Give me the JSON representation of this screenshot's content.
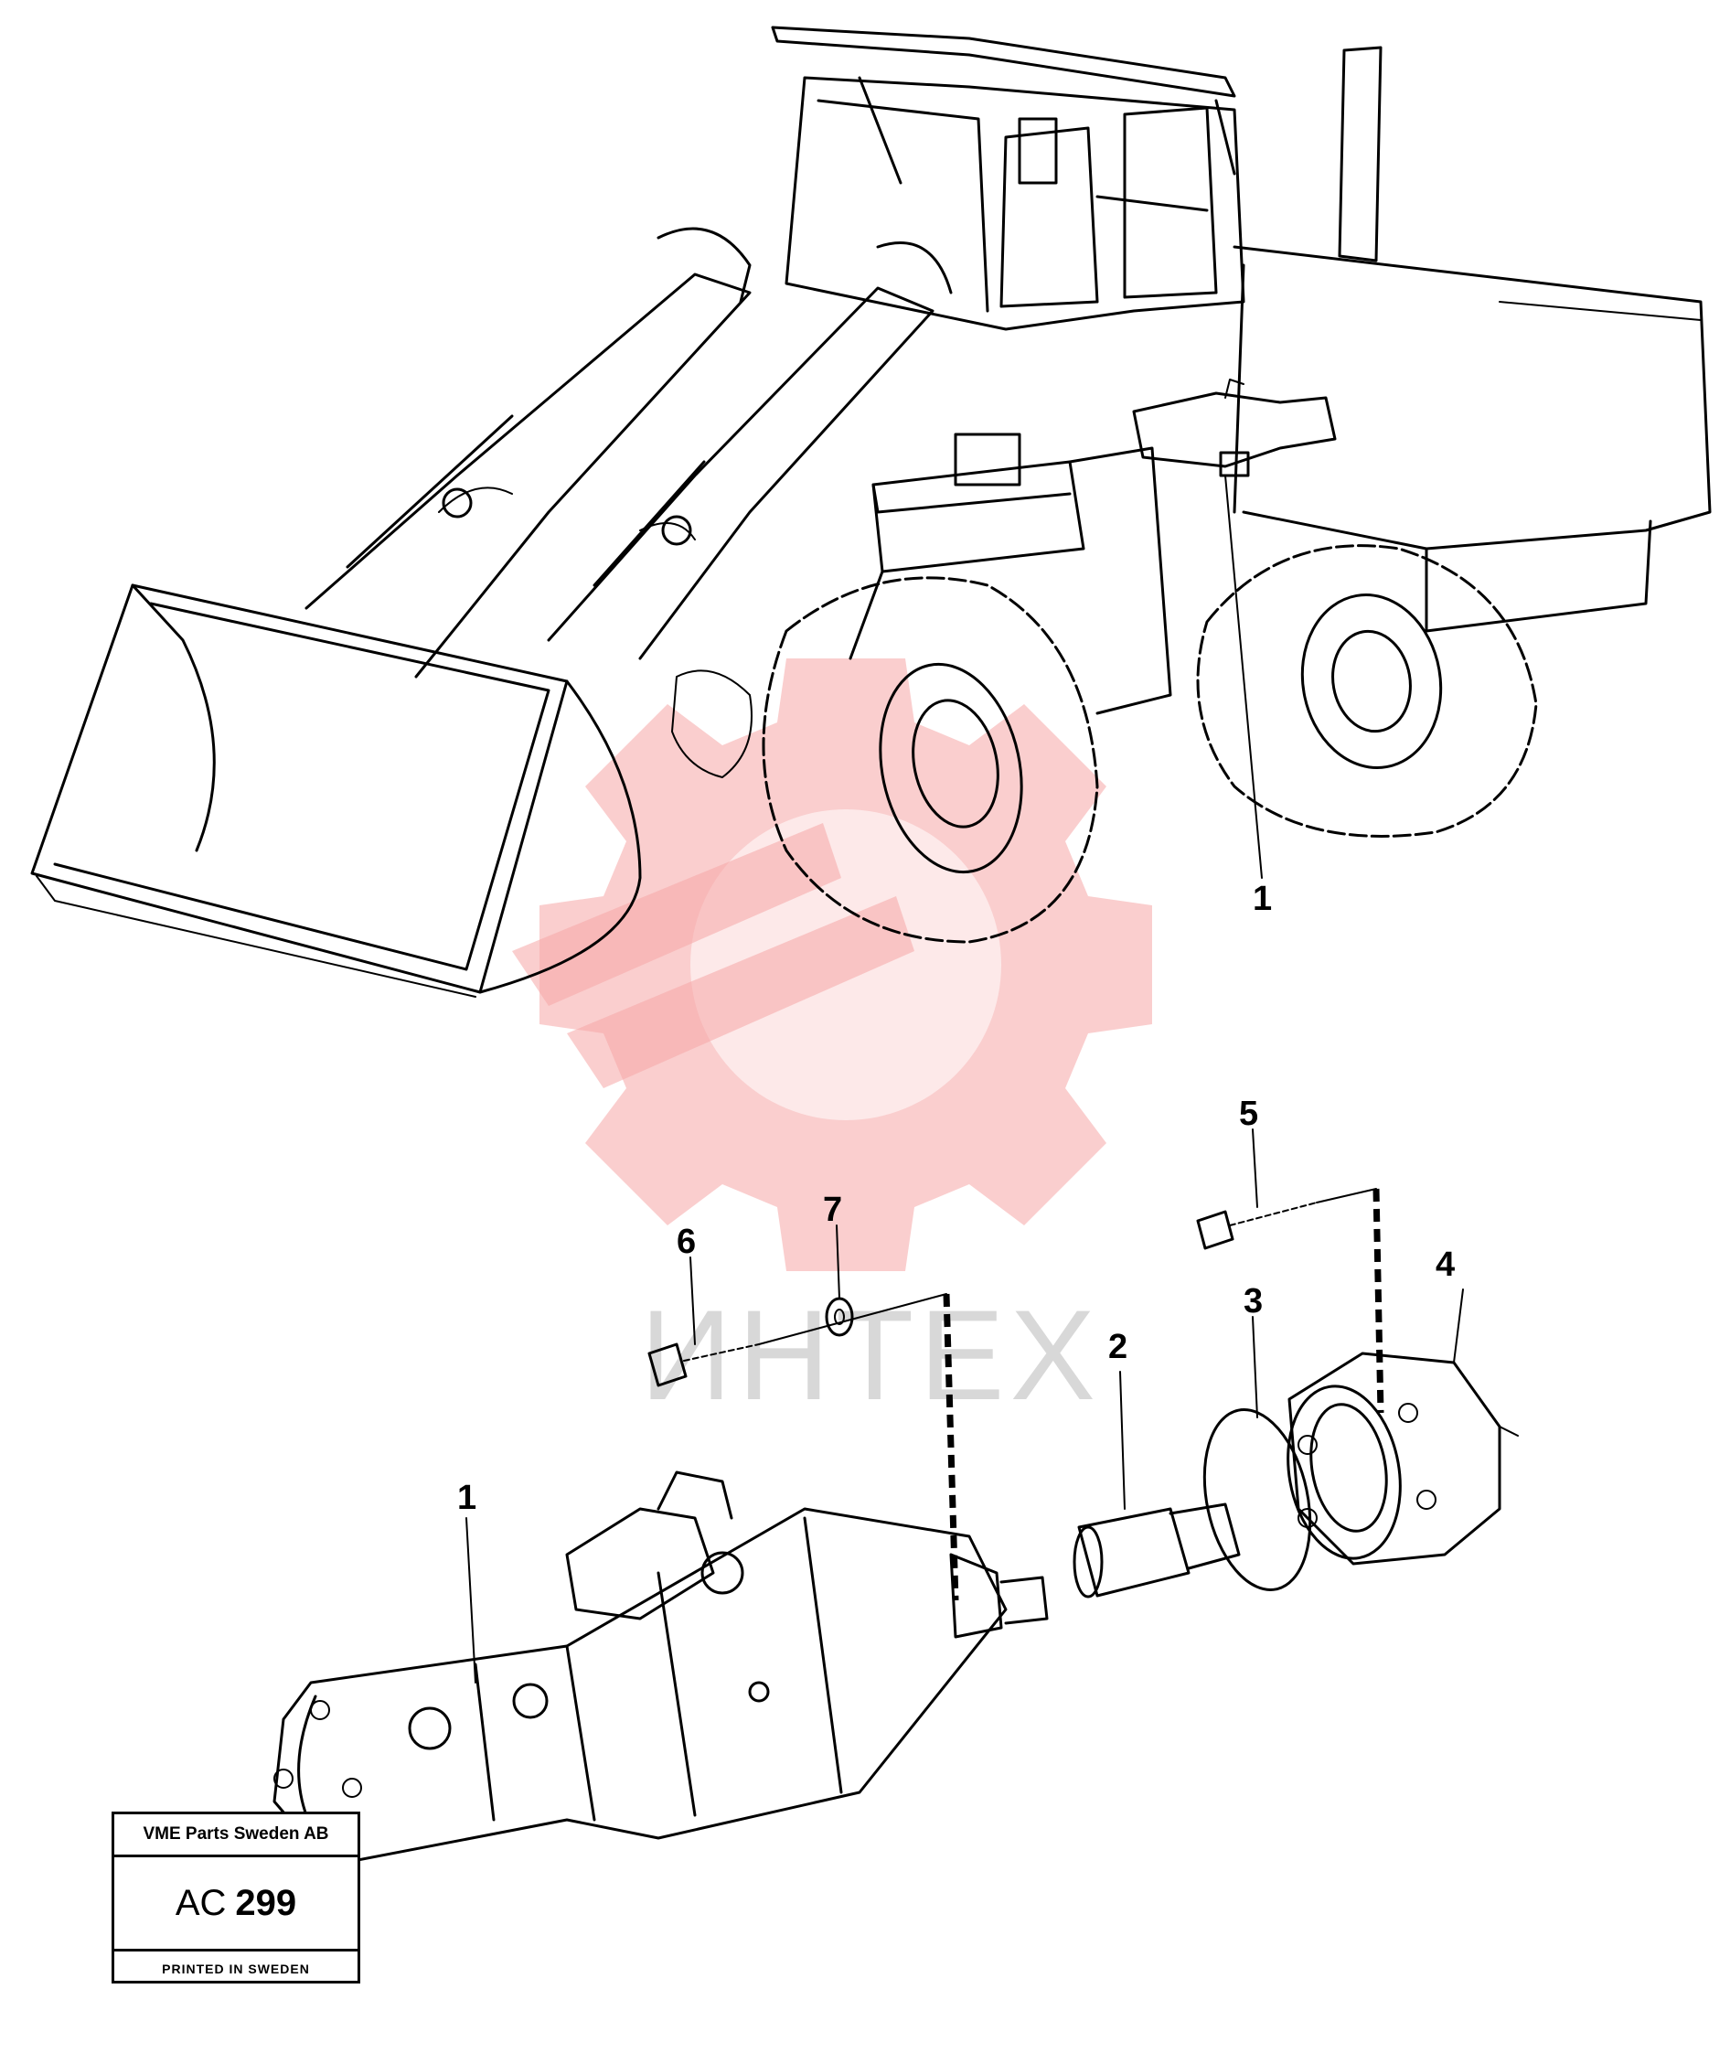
{
  "watermark": {
    "text": "ИНТЕХ",
    "color": "#f5a6a6"
  },
  "callouts": {
    "upper_1": "1",
    "lower_1": "1",
    "c2": "2",
    "c3": "3",
    "c4": "4",
    "c5": "5",
    "c6": "6",
    "c7": "7"
  },
  "titleblock": {
    "company": "VME Parts Sweden AB",
    "code_prefix": "AC",
    "code_number": "299",
    "footer": "PRINTED IN SWEDEN"
  }
}
